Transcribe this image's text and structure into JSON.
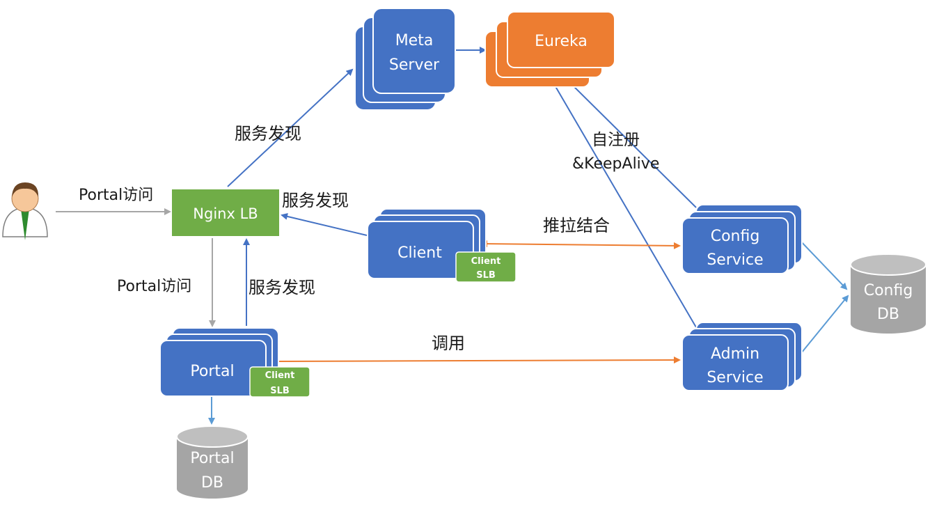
{
  "nodes": {
    "meta_server": {
      "line1": "Meta",
      "line2": "Server"
    },
    "eureka": {
      "label": "Eureka"
    },
    "nginx_lb": {
      "label": "Nginx LB"
    },
    "client": {
      "label": "Client",
      "badge1": "Client",
      "badge2": "SLB"
    },
    "config_service": {
      "line1": "Config",
      "line2": "Service"
    },
    "admin_service": {
      "line1": "Admin",
      "line2": "Service"
    },
    "portal": {
      "label": "Portal",
      "badge1": "Client",
      "badge2": "SLB"
    },
    "config_db": {
      "line1": "Config",
      "line2": "DB"
    },
    "portal_db": {
      "line1": "Portal",
      "line2": "DB"
    }
  },
  "edges": {
    "user_to_nginx": "Portal访问",
    "nginx_to_meta": "服务发现",
    "client_to_nginx": "服务发现",
    "register_line1": "自注册",
    "register_line2": "&KeepAlive",
    "client_config": "推拉结合",
    "nginx_to_portal": "Portal访问",
    "portal_to_nginx": "服务发现",
    "portal_to_admin": "调用"
  },
  "colors": {
    "blue": "#4472C4",
    "orange": "#ED7D31",
    "green": "#70AD47",
    "gray": "#A5A5A5",
    "arrow_blue": "#4472C4",
    "arrow_lightblue": "#5B9BD5",
    "arrow_orange": "#ED7D31",
    "arrow_gray": "#A6A6A6"
  }
}
